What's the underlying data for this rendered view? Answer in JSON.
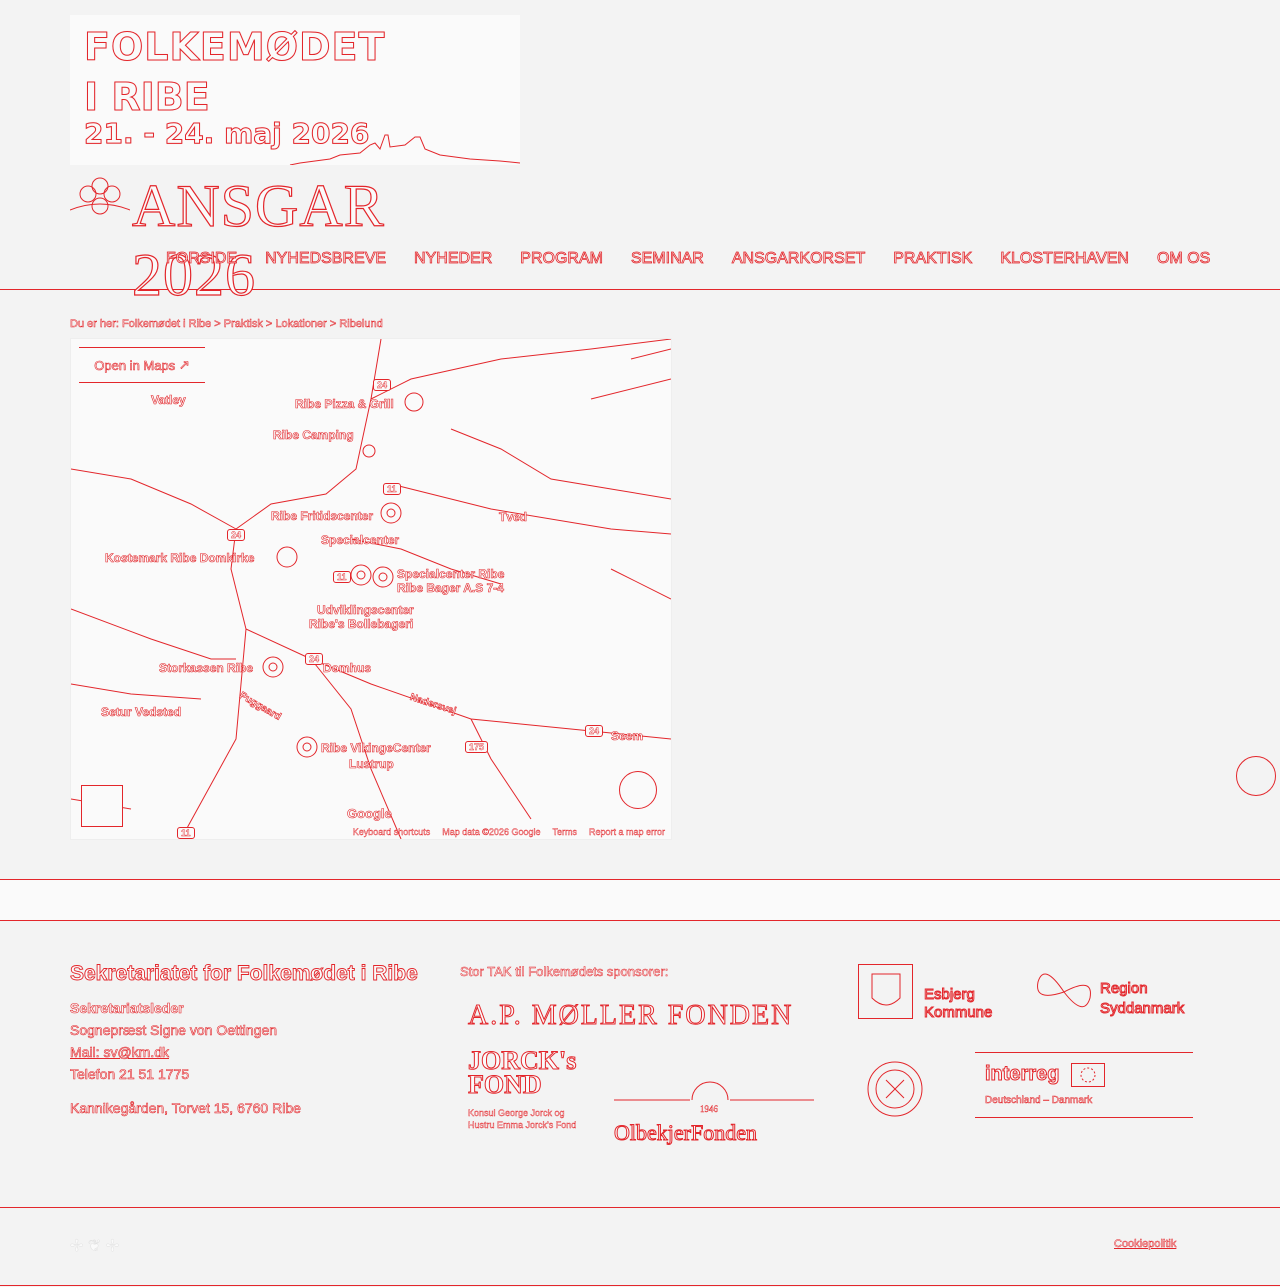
{
  "header": {
    "logo": {
      "line1": "FOLKEMØDET",
      "line2": "I RIBE",
      "line3": "21. - 24. maj 2026"
    },
    "ansgar_title": "ANSGAR 2026",
    "nav": [
      "FORSIDE",
      "NYHEDSBREVE",
      "NYHEDER",
      "PROGRAM",
      "SEMINAR",
      "ANSGARKORSET",
      "PRAKTISK",
      "KLOSTERHAVEN",
      "OM OS"
    ]
  },
  "breadcrumb": "Du er her: Folkemødet i Ribe > Praktisk > Lokationer > Ribelund",
  "map": {
    "open_in_maps": "Open in Maps",
    "labels": {
      "vatley": "Vatley",
      "pizza": "Ribe Pizza & Grill",
      "camping": "Ribe Camping",
      "fritidscenter": "Ribe Fritidscenter",
      "tved": "Tved",
      "specialcenter": "Specialcenter",
      "kostemark": "Kostemark Ribe Domkirke",
      "specialcenter_ribe": "Specialcenter Ribe",
      "ribe_bager": "Ribe Bager A.S 7-4",
      "udviklingscenter": "Udviklingscenter",
      "ribe_bollebageri": "Ribe's Bollebageri",
      "storkassen": "Storkassen Ribe",
      "domhus": "Domhus",
      "nadersvej": "Nadersvej",
      "seem": "Seem",
      "setur": "Setur Vedsted",
      "vikingecenter": "Ribe VikingeCenter",
      "lustrup": "Lustrup",
      "puggaard": "Puggaard"
    },
    "badges": [
      "24",
      "24",
      "11",
      "24",
      "24",
      "11",
      "11",
      "175"
    ],
    "google": "Google",
    "footer": [
      "Keyboard shortcuts",
      "Map data ©2026 Google",
      "Terms",
      "Report a map error"
    ]
  },
  "footer": {
    "title": "Sekretariatet for Folkemødet i Ribe",
    "lines": [
      "Sekretariatsleder",
      "Sognepræst Signe von Oettingen",
      "Mail: sv@km.dk",
      "Telefon 21 51 1775",
      "Kannikegården, Torvet 15, 6760 Ribe"
    ],
    "thanks": "Stor TAK til Folkemødets sponsorer:",
    "sponsors": {
      "apm": "A.P. MØLLER FONDEN",
      "jorck1": "JORCK's",
      "jorck2": "FOND",
      "jorck_sub1": "Konsul George Jorck og",
      "jorck_sub2": "Hustru Emma Jorck's Fond",
      "obel_year": "1946",
      "obel": "OlbekjerFonden",
      "esbjerg1": "Esbjerg",
      "esbjerg2": "Kommune",
      "region1": "Region",
      "region2": "Syddanmark",
      "interreg": "interreg",
      "interreg_sub": "Deutschland – Danmark"
    }
  },
  "bottom": {
    "cookie": "Cookiepolitik"
  },
  "colors": {
    "accent": "#e3262b",
    "background": "#f3f3f3"
  }
}
